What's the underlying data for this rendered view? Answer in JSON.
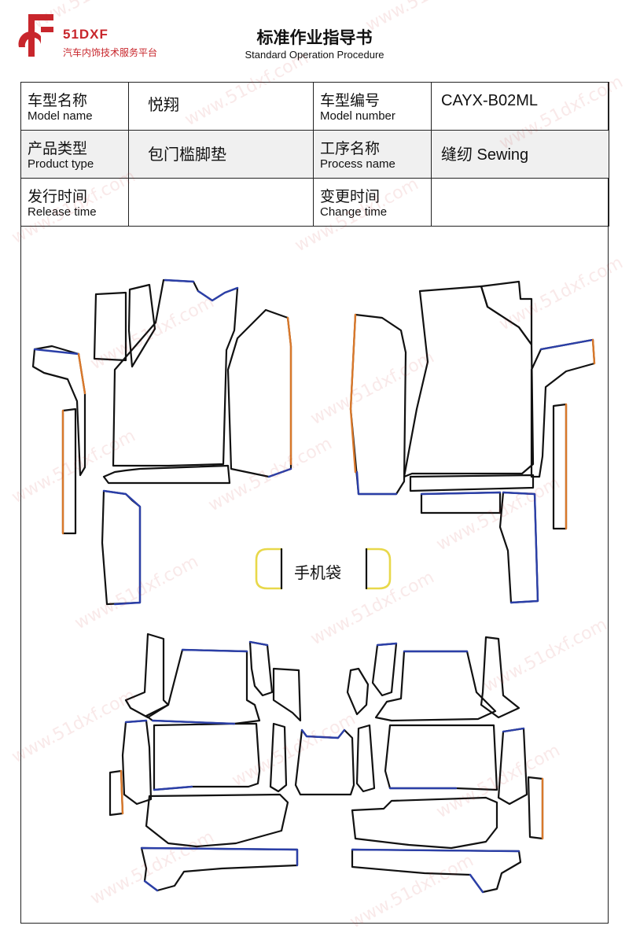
{
  "header": {
    "brand": "51DXF",
    "brand_sub": "汽车内饰技术服务平台",
    "title": "标准作业指导书",
    "subtitle": "Standard Operation Procedure"
  },
  "info": {
    "model_name": {
      "cn": "车型名称",
      "en": "Model name",
      "value": "悦翔"
    },
    "model_number": {
      "cn": "车型编号",
      "en": "Model number",
      "value": "CAYX-B02ML"
    },
    "product_type": {
      "cn": "产品类型",
      "en": "Product type",
      "value": "包门槛脚垫"
    },
    "process_name": {
      "cn": "工序名称",
      "en": "Process name",
      "value": "缝纫 Sewing"
    },
    "release_time": {
      "cn": "发行时间",
      "en": "Release time",
      "value": ""
    },
    "change_time": {
      "cn": "变更时间",
      "en": "Change time",
      "value": ""
    }
  },
  "diagram": {
    "center_label": "手机袋"
  },
  "watermark": "www.51dxf.com",
  "colors": {
    "brand_red": "#c8262c",
    "outline": "#111111",
    "edge_blue": "#2b3fa8",
    "edge_orange": "#d9782a",
    "pocket_yellow": "#e8d84a"
  }
}
